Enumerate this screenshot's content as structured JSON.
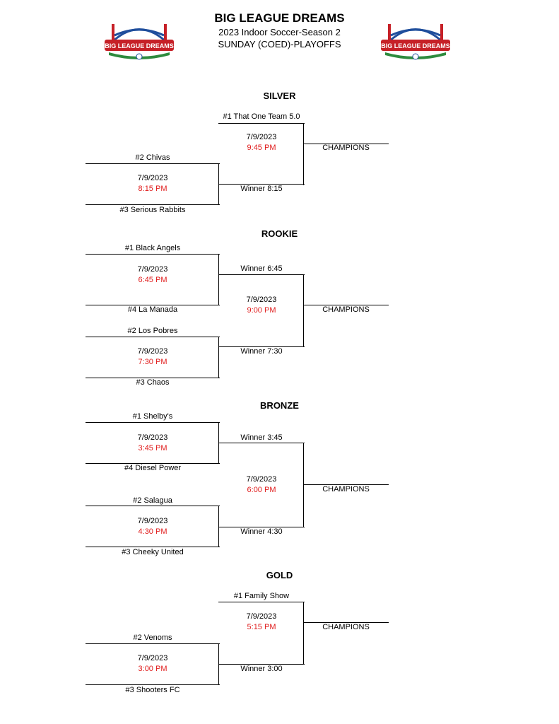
{
  "header": {
    "title": "BIG LEAGUE DREAMS",
    "subtitle": "2023 Indoor Soccer-Season 2",
    "league": "SUNDAY (COED)-PLAYOFFS",
    "logo_text": "BIG LEAGUE DREAMS"
  },
  "colors": {
    "time": "#e01b1b",
    "logo_red": "#c62027",
    "logo_blue": "#1f4e9c",
    "logo_green": "#2e8b3e"
  },
  "divisions": {
    "silver": {
      "name": "SILVER",
      "seed1": "#1 That One Team 5.0",
      "semi": {
        "top": "#2 Chivas",
        "bottom": "#3 Serious Rabbits",
        "date": "7/9/2023",
        "time": "8:15 PM"
      },
      "final": {
        "date": "7/9/2023",
        "time": "9:45 PM",
        "winner": "Winner 8:15"
      },
      "champions": "CHAMPIONS"
    },
    "rookie": {
      "name": "ROOKIE",
      "semi1": {
        "top": "#1 Black Angels",
        "bottom": "#4 La Manada",
        "date": "7/9/2023",
        "time": "6:45 PM"
      },
      "semi2": {
        "top": "#2 Los Pobres",
        "bottom": "#3 Chaos",
        "date": "7/9/2023",
        "time": "7:30 PM"
      },
      "final": {
        "date": "7/9/2023",
        "time": "9:00 PM",
        "winner1": "Winner 6:45",
        "winner2": "Winner 7:30"
      },
      "champions": "CHAMPIONS"
    },
    "bronze": {
      "name": "BRONZE",
      "semi1": {
        "top": "#1 Shelby's",
        "bottom": "#4 Diesel Power",
        "date": "7/9/2023",
        "time": "3:45 PM"
      },
      "semi2": {
        "top": "#2 Salagua",
        "bottom": "#3 Cheeky United",
        "date": "7/9/2023",
        "time": "4:30 PM"
      },
      "final": {
        "date": "7/9/2023",
        "time": "6:00 PM",
        "winner1": "Winner 3:45",
        "winner2": "Winner 4:30"
      },
      "champions": "CHAMPIONS"
    },
    "gold": {
      "name": "GOLD",
      "seed1": "#1 Family Show",
      "semi": {
        "top": "#2 Venoms",
        "bottom": "#3 Shooters FC",
        "date": "7/9/2023",
        "time": "3:00 PM"
      },
      "final": {
        "date": "7/9/2023",
        "time": "5:15 PM",
        "winner": "Winner 3:00"
      },
      "champions": "CHAMPIONS"
    }
  }
}
